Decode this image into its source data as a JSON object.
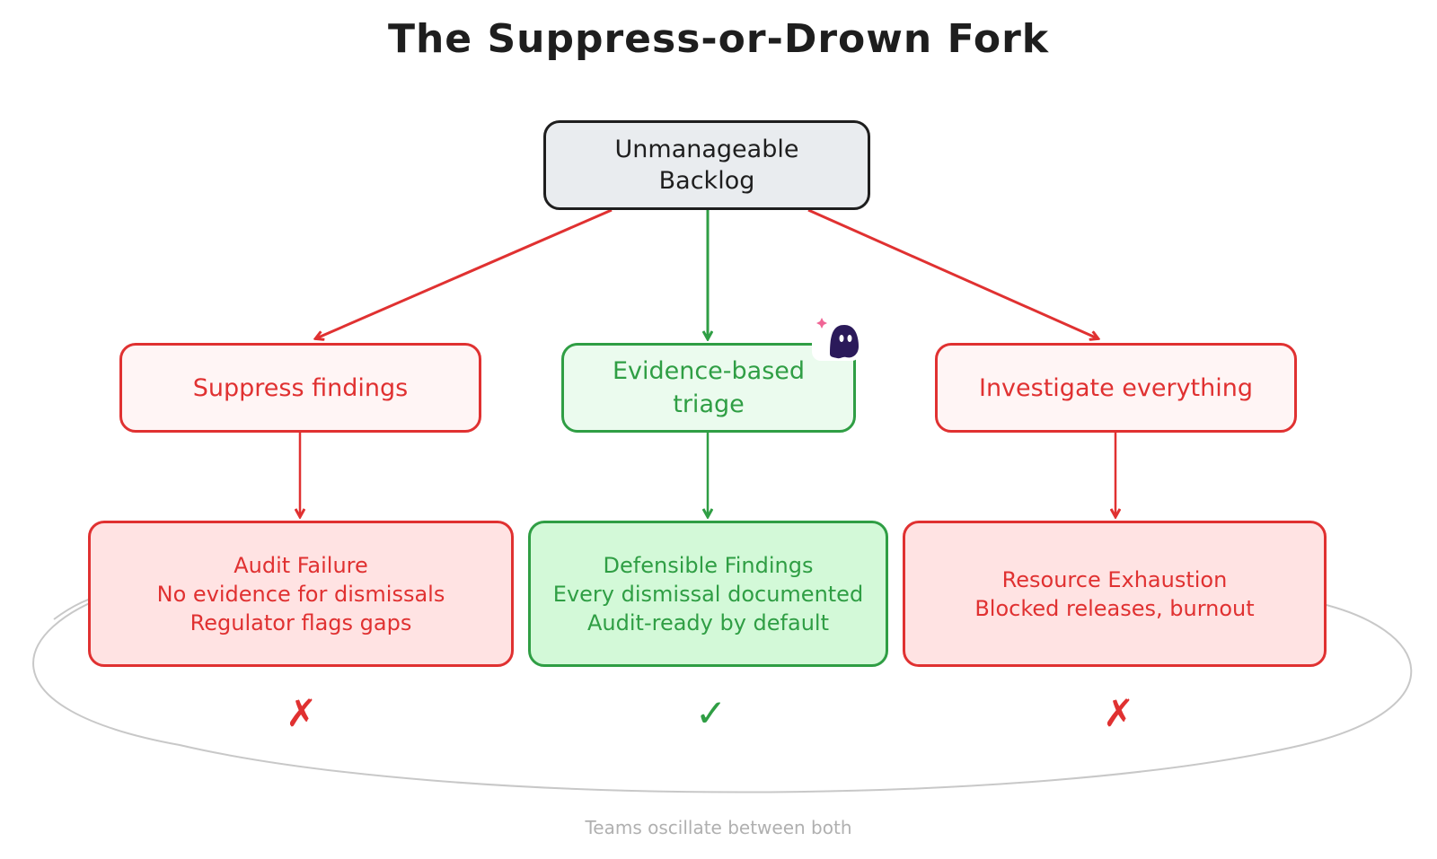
{
  "title": "The Suppress-or-Drown Fork",
  "root": {
    "lines": [
      "Unmanageable",
      "Backlog"
    ]
  },
  "branches": [
    {
      "label": "Suppress findings",
      "outcome_lines": [
        "Audit Failure",
        "No evidence for dismissals",
        "Regulator flags gaps"
      ],
      "mark": "✗",
      "status": "bad"
    },
    {
      "label_lines": [
        "Evidence-based",
        "triage"
      ],
      "outcome_lines": [
        "Defensible Findings",
        "Every dismissal documented",
        "Audit-ready by default"
      ],
      "mark": "✓",
      "status": "good"
    },
    {
      "label": "Investigate everything",
      "outcome_lines": [
        "Resource Exhaustion",
        "Blocked releases, burnout"
      ],
      "mark": "✗",
      "status": "bad"
    }
  ],
  "cycle_caption": "Teams oscillate between both",
  "icons": {
    "mascot": "ghost-mascot-icon"
  },
  "colors": {
    "bad": "#e03131",
    "bad_fill": "#ffe3e3",
    "good": "#2f9e44",
    "good_fill": "#d3f9d8",
    "neutral": "#1e1e1e",
    "cycle": "#c8c8c8"
  }
}
